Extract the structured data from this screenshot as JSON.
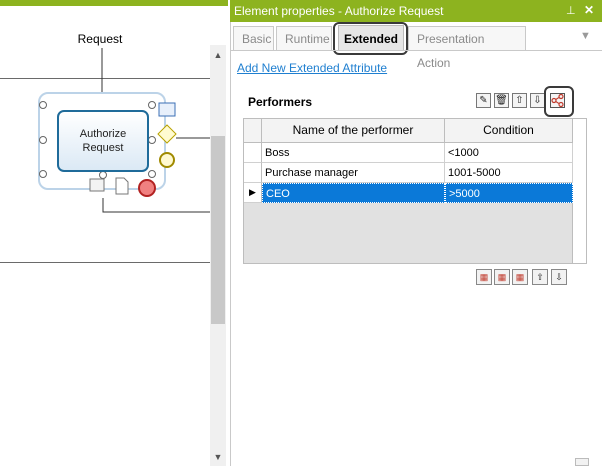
{
  "window": {
    "title": "Element properties - Authorize Request"
  },
  "tabs": [
    {
      "label": "Basic"
    },
    {
      "label": "Runtime"
    },
    {
      "label": "Extended"
    },
    {
      "label": "Presentation Action"
    }
  ],
  "add_link": "Add New Extended Attribute",
  "performers": {
    "title": "Performers",
    "columns": [
      "Name of the performer",
      "Condition"
    ],
    "rows": [
      {
        "name": "Boss",
        "condition": "<1000"
      },
      {
        "name": "Purchase manager",
        "condition": "1001-5000"
      },
      {
        "name": "CEO",
        "condition": ">5000"
      }
    ],
    "selected_row": 3
  },
  "canvas": {
    "incoming_label": "Request",
    "task_label": "Authorize Request"
  },
  "colors": {
    "accent": "#8db31f",
    "selection": "#0b79d8",
    "link": "#1f7fd0"
  }
}
